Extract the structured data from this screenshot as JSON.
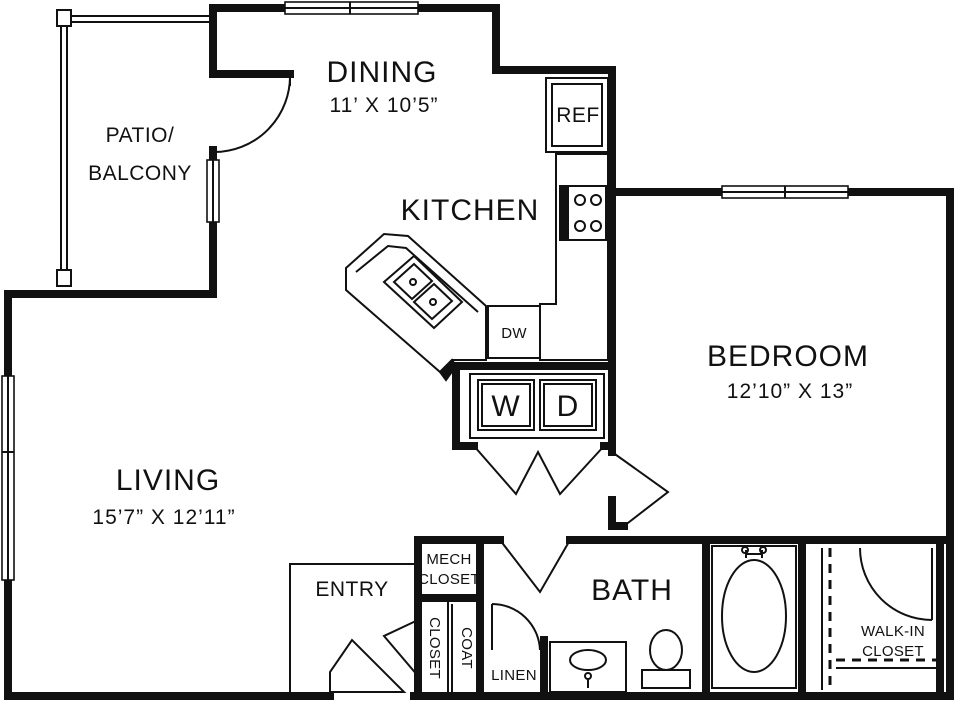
{
  "rooms": {
    "dining": {
      "name": "DINING",
      "dims": "11’ X 10’5”"
    },
    "patio": {
      "name_line1": "PATIO/",
      "name_line2": "BALCONY"
    },
    "kitchen": {
      "name": "KITCHEN"
    },
    "bedroom": {
      "name": "BEDROOM",
      "dims": "12’10” X 13”"
    },
    "living": {
      "name": "LIVING",
      "dims": "15’7” X 12’11”"
    },
    "entry": {
      "name": "ENTRY"
    },
    "bath": {
      "name": "BATH"
    },
    "walk_in_closet": {
      "name_line1": "WALK-IN",
      "name_line2": "CLOSET"
    },
    "mech_closet": {
      "name_line1": "MECH",
      "name_line2": "CLOSET"
    },
    "coat_closet": {
      "name_line1": "COAT",
      "name_line2": "CLOSET"
    },
    "linen": {
      "name": "LINEN"
    }
  },
  "appliances": {
    "refrigerator": "REF",
    "dishwasher": "DW",
    "washer": "W",
    "dryer": "D"
  },
  "colors": {
    "line": "#111111",
    "background": "#ffffff"
  }
}
